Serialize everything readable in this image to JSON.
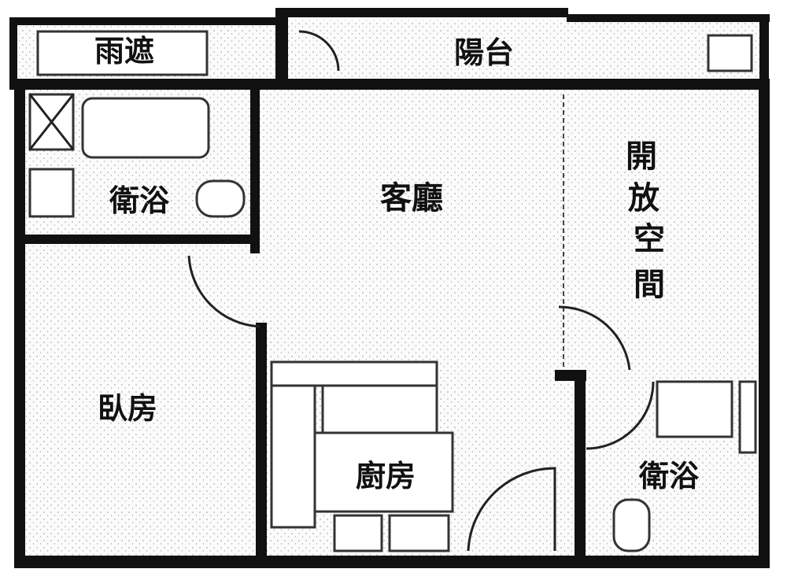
{
  "floorplan": {
    "rooms": {
      "canopy": "雨遮",
      "balcony": "陽台",
      "bathroom_1": "衛浴",
      "living_room": "客廳",
      "open_space": [
        "開",
        "放",
        "空",
        "間"
      ],
      "bedroom": "臥房",
      "kitchen": "廚房",
      "bathroom_2": "衛浴"
    }
  }
}
